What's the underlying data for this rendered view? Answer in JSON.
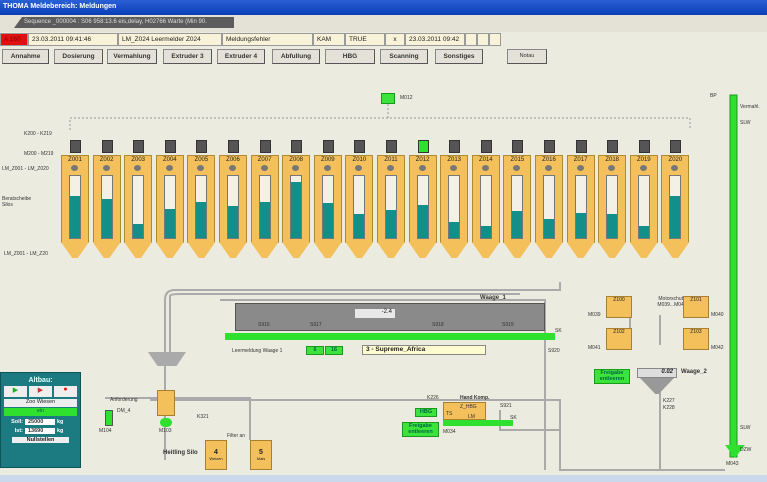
{
  "window_title": "THOMA Meldebereich: Meldungen",
  "sequence": "Sequence _000004 : S06 958:13.6 eis,delay, H02766 Warte (Min 90.",
  "alarm": {
    "code": "A 160",
    "time": "23.03.2011 09:41:46",
    "message": "LM_Z024 Leermelder Z024",
    "type": "Meldungsfehler",
    "source": "KAM",
    "value": "TRUE",
    "flag": "x",
    "ack_time": "23.03.2011 09:42"
  },
  "nav": [
    "Annahme",
    "Dosierung",
    "Vermahlung",
    "Extruder 3",
    "Extruder 4",
    "Abfullung",
    "HBG",
    "Scanning",
    "Sonstiges"
  ],
  "notaus": "Notau",
  "side_labels": {
    "k": "K200 - K219",
    "m": "M200 - M219",
    "lm": "LM_Z001 - LM_Z020",
    "beratscheibe": "Beratscheibe Silos",
    "lm2": "LM_Z001 - LM_Z20"
  },
  "top_motor": "M012",
  "silos": [
    {
      "name": "Z001",
      "level": 0.68
    },
    {
      "name": "Z002",
      "level": 0.63
    },
    {
      "name": "Z003",
      "level": 0.22
    },
    {
      "name": "Z004",
      "level": 0.46
    },
    {
      "name": "Z005",
      "level": 0.58
    },
    {
      "name": "Z006",
      "level": 0.51
    },
    {
      "name": "Z007",
      "level": 0.58
    },
    {
      "name": "Z008",
      "level": 0.9
    },
    {
      "name": "Z009",
      "level": 0.57
    },
    {
      "name": "Z010",
      "level": 0.38
    },
    {
      "name": "Z011",
      "level": 0.45
    },
    {
      "name": "Z012",
      "level": 0.54
    },
    {
      "name": "Z013",
      "level": 0.26
    },
    {
      "name": "Z014",
      "level": 0.2
    },
    {
      "name": "Z015",
      "level": 0.44
    },
    {
      "name": "Z016",
      "level": 0.31
    },
    {
      "name": "Z017",
      "level": 0.41
    },
    {
      "name": "Z018",
      "level": 0.38
    },
    {
      "name": "Z019",
      "level": 0.2
    },
    {
      "name": "Z020",
      "level": 0.68
    }
  ],
  "waage1": {
    "title": "Waage_1",
    "value": "-2.4",
    "slides": [
      "S916",
      "S917",
      "S918",
      "S919"
    ],
    "s920": "S920",
    "sk": "SK",
    "leer_label": "Leermeldung Waage 1",
    "leer_a": "6",
    "leer_b": "16",
    "recipe": "3 - Supreme_Africa"
  },
  "waage2": {
    "title": "Waage_2",
    "value": "0.02",
    "motor_label": "Motorschutz M039...M042",
    "hoppers": [
      {
        "name": "Z100",
        "motor": "M039"
      },
      {
        "name": "Z101",
        "motor": "M040"
      },
      {
        "name": "Z102",
        "motor": "M041"
      },
      {
        "name": "Z103",
        "motor": "M042"
      }
    ],
    "release": "Freigabe entleeren",
    "k227": "K227",
    "k228": "K228"
  },
  "elevator": {
    "bp": "BP",
    "verm": "Vermahl.",
    "slw1": "SLW",
    "slw2": "SLW",
    "dzw": "DZW",
    "motor": "M043"
  },
  "hbg": {
    "title": "Hand Komp.",
    "k": "K226",
    "box": "Z_HBG",
    "lm": "LM",
    "ts": "TS",
    "s": "S921",
    "sk": "SK",
    "btn": "HBG",
    "release": "Freigabe entleeren",
    "motor": "M034"
  },
  "altbau": {
    "title": "Altbau:",
    "mode": "Zoo Wiesen",
    "status": "ein",
    "soll_label": "Soll:",
    "soll": "25000",
    "ist_label": "Ist:",
    "ist": "13690",
    "unit": "kg",
    "reset": "Nullstellen"
  },
  "lower": {
    "anf": "Anforderung",
    "dm": "DM_4",
    "m104": "M104",
    "m103": "M103",
    "k321": "K321",
    "filter": "Filter an",
    "silo_label": "Heitling Silo",
    "silo4": "4",
    "silo4_sub": "Weizen",
    "silo5": "5",
    "silo5_sub": "Mais"
  }
}
